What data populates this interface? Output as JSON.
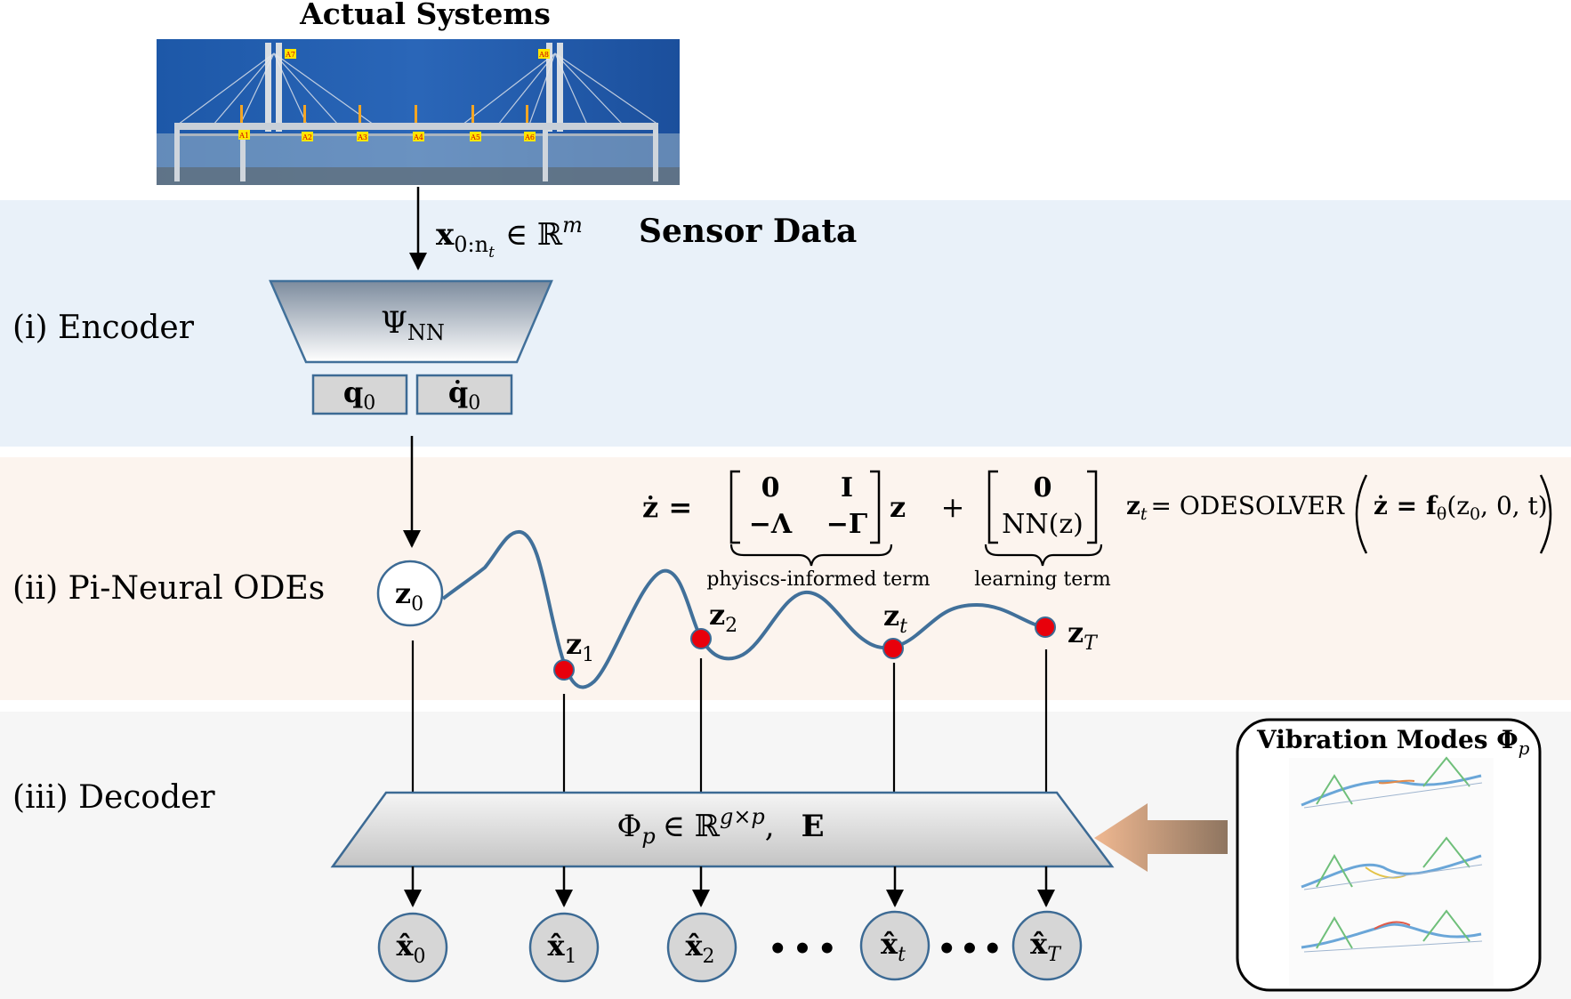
{
  "title": "Actual Systems",
  "photo": {
    "sensor_tags": [
      "A7",
      "A8",
      "A1",
      "A2",
      "A3",
      "A4",
      "A5",
      "A6"
    ]
  },
  "input": {
    "symbol": "x",
    "sub": "0:n",
    "subsub": "t",
    "rel": "∈ ℝ",
    "sup": "m",
    "label": "Sensor Data"
  },
  "bands": {
    "encoder_label": "(i) Encoder",
    "ode_label": "(ii) Pi-Neural ODEs",
    "decoder_label": "(iii) Decoder"
  },
  "encoder": {
    "symbol": "Ψ",
    "sub": "NN",
    "q0": "q",
    "q0_sub": "0",
    "qdot0": "q̇",
    "qdot0_sub": "0"
  },
  "ode": {
    "lhs": "ż =",
    "matrix": [
      "0",
      "I",
      "−Λ",
      "−Γ"
    ],
    "matrix_tail": "z",
    "plus": "+",
    "nn_vector": [
      "0",
      "NN(z)"
    ],
    "physics_label": "phyiscs-informed term",
    "learning_label": "learning term",
    "solver_lhs": "z",
    "solver_lhs_sub": "t",
    "solver_text": "= ODESOLVER",
    "solver_arg": "ż = f",
    "solver_arg_sub": "θ",
    "solver_arg_tail": "(z",
    "solver_arg_tail_sub": "0",
    "solver_arg_end": ", 0, t)"
  },
  "states": [
    {
      "base": "z",
      "sub": "0"
    },
    {
      "base": "z",
      "sub": "1"
    },
    {
      "base": "z",
      "sub": "2"
    },
    {
      "base": "z",
      "sub": "t"
    },
    {
      "base": "z",
      "sub": "T"
    }
  ],
  "decoder": {
    "symbol": "Φ",
    "sub": "p",
    "rel": "∈ ℝ",
    "sup": "g×p",
    "comma": ",",
    "E": "E"
  },
  "outputs": [
    {
      "base": "x̂",
      "sub": "0"
    },
    {
      "base": "x̂",
      "sub": "1"
    },
    {
      "base": "x̂",
      "sub": "2"
    },
    {
      "base": "x̂",
      "sub": "t"
    },
    {
      "base": "x̂",
      "sub": "T"
    }
  ],
  "ellipsis": "•••",
  "modes": {
    "title": "Vibration Modes Φ",
    "title_sub": "p"
  },
  "colors": {
    "encoder_band": "#e9f1f9",
    "ode_band": "#fcf4ee",
    "decoder_band": "#f6f6f6",
    "trajectory": "#41709a",
    "sample_point": "#e8000b",
    "node_fill": "#d6d6d6",
    "node_stroke": "#3c6a94",
    "arrow_fill": "#e0ac86"
  }
}
